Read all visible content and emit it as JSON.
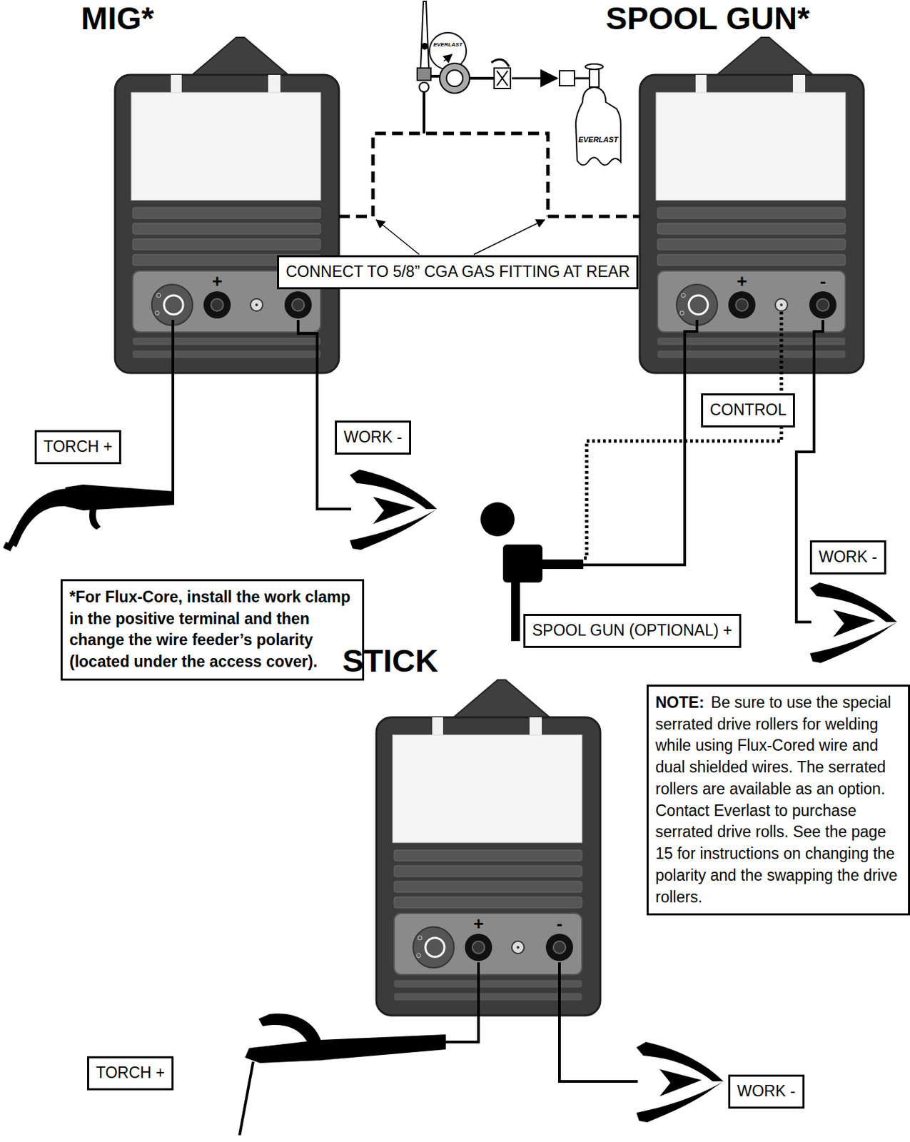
{
  "diagram": {
    "nodes": [
      {
        "text": [
          "MIG*"
        ]
      },
      {
        "text": [
          "SPOOL GUN*"
        ]
      },
      {
        "text": [
          "CONNECT TO 5/8” CGA GAS FITTING AT REAR"
        ]
      },
      {
        "text": [
          "TORCH +"
        ]
      },
      {
        "text": [
          "WORK -"
        ]
      },
      {
        "text": [
          "CONTROL"
        ]
      },
      {
        "text": [
          "SPOOL GUN (OPTIONAL) +"
        ]
      },
      {
        "text": [
          "WORK -"
        ]
      },
      {
        "text": [
          "*For Flux-Core, install the work clamp in the positive terminal and then change the wire feeder’s polarity (located under the access cover)."
        ]
      },
      {
        "text": [
          "STICK"
        ]
      },
      {
        "text": [
          "NOTE:",
          "Be sure to use the special serrated drive rollers for welding while using Flux-Cored wire and dual shielded wires. The serrated rollers are available as an option. Contact Everlast to purchase serrated drive rolls. See the page 15 for instructions on changing the polarity and the swapping the drive rollers."
        ]
      },
      {
        "text": [
          "TORCH +"
        ]
      },
      {
        "text": [
          "WORK -"
        ]
      }
    ],
    "labels": [
      "+",
      "+",
      "-",
      "+",
      "-",
      "EVERLAST",
      "EVERLAST"
    ]
  }
}
